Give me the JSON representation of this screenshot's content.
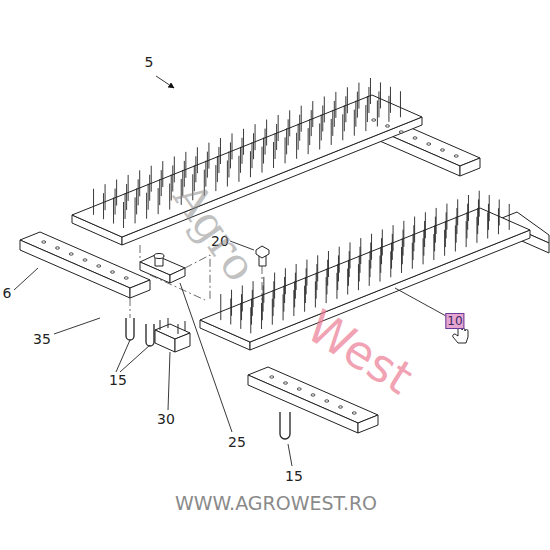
{
  "diagram": {
    "labels": [
      "5",
      "6",
      "35",
      "15",
      "30",
      "25",
      "20",
      "10",
      "15",
      "Agro",
      "West",
      "WWW.AGROWEST.RO"
    ]
  }
}
